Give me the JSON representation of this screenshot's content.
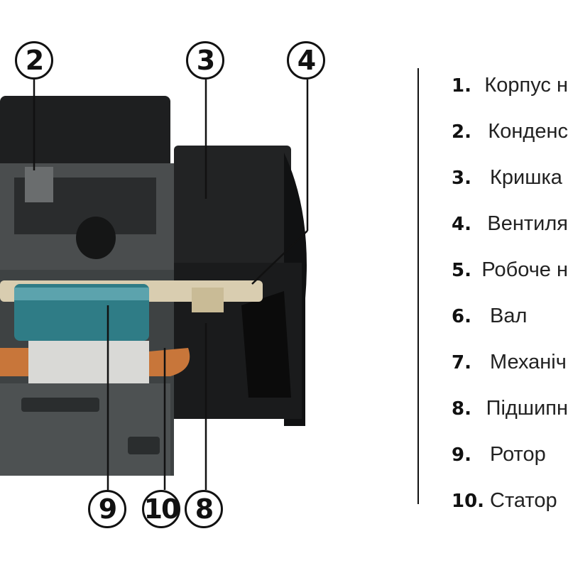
{
  "callouts": {
    "c2": "2",
    "c3": "3",
    "c4": "4",
    "c9": "9",
    "c10": "10",
    "c8": "8"
  },
  "legend": [
    {
      "num": "1.",
      "label": "Корпус н"
    },
    {
      "num": "2.",
      "label": "Конденс"
    },
    {
      "num": "3.",
      "label": "Кришка"
    },
    {
      "num": "4.",
      "label": "Вентиля"
    },
    {
      "num": "5.",
      "label": "Робоче н"
    },
    {
      "num": "6.",
      "label": "Вал"
    },
    {
      "num": "7.",
      "label": "Механіч"
    },
    {
      "num": "8.",
      "label": "Підшипн"
    },
    {
      "num": "9.",
      "label": "Ротор"
    },
    {
      "num": "10.",
      "label": "Статор"
    }
  ],
  "colors": {
    "housing": "#3a3d3e",
    "rotor": "#2f7c86",
    "stator": "#c8763a",
    "shaft": "#d9cdb0"
  }
}
